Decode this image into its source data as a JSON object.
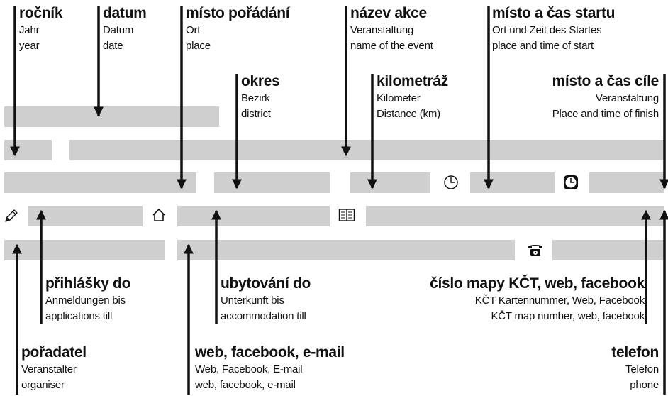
{
  "labels": {
    "rocnik": {
      "title": "ročník",
      "de": "Jahr",
      "en": "year"
    },
    "datum": {
      "title": "datum",
      "de": "Datum",
      "en": "date"
    },
    "misto": {
      "title": "místo pořádání",
      "de": "Ort",
      "en": "place"
    },
    "nazev": {
      "title": "název akce",
      "de": "Veranstaltung",
      "en": "name of the event"
    },
    "start": {
      "title": "místo a čas startu",
      "de": "Ort und Zeit des Startes",
      "en": "place and time of start"
    },
    "okres": {
      "title": "okres",
      "de": "Bezirk",
      "en": "district"
    },
    "km": {
      "title": "kilometráž",
      "de": "Kilometer",
      "en": "Distance (km)"
    },
    "cil": {
      "title": "místo a čas cíle",
      "de": "Veranstaltung",
      "en": "Place and time of finish"
    },
    "prihlasky": {
      "title": "přihlášky do",
      "de": "Anmeldungen bis",
      "en": "applications till"
    },
    "ubytovani": {
      "title": "ubytování do",
      "de": "Unterkunft bis",
      "en": "accommodation till"
    },
    "mapa": {
      "title": "číslo mapy KČT, web, facebook",
      "de": "KČT Kartennummer, Web, Facebook",
      "en": "KČT map number, web, facebook"
    },
    "poradatel": {
      "title": "pořadatel",
      "de": "Veranstalter",
      "en": "organiser"
    },
    "web": {
      "title": "web, facebook, e-mail",
      "de": "Web, Facebook, E-mail",
      "en": "web, facebook, e-mail"
    },
    "telefon": {
      "title": "telefon",
      "de": "Telefon",
      "en": "phone"
    }
  },
  "colors": {
    "field": "#cfcfcf",
    "ink": "#111111"
  },
  "icons": [
    "pencil-icon",
    "house-icon",
    "book-icon",
    "clock-icon",
    "clock-filled-icon",
    "telephone-icon"
  ]
}
